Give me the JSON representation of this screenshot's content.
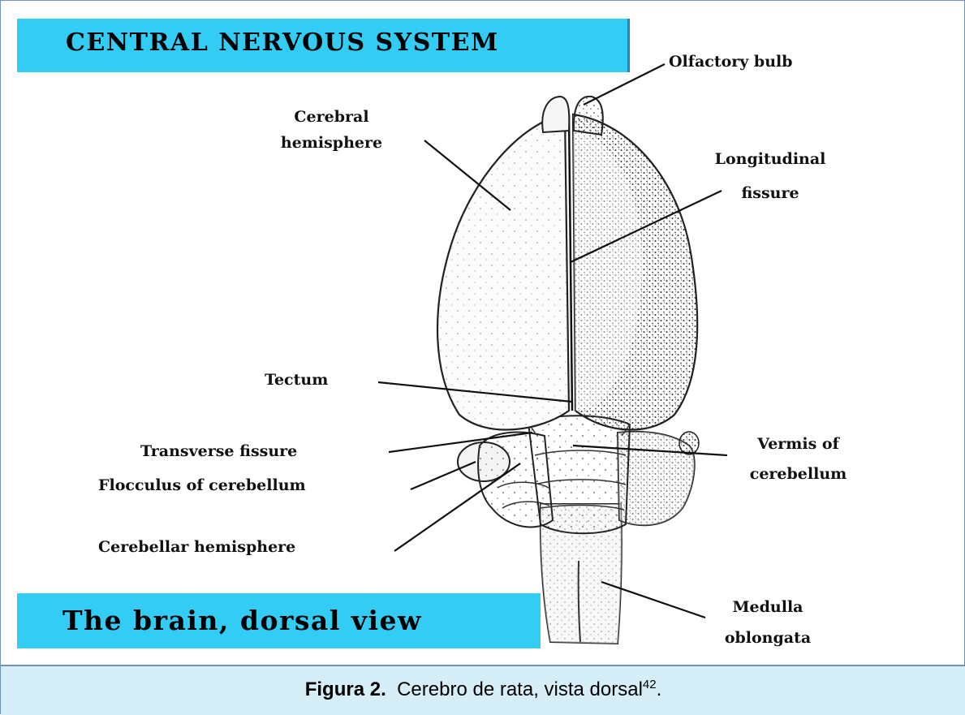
{
  "title": "CENTRAL NERVOUS SYSTEM",
  "subtitle": "The brain, dorsal view",
  "caption": {
    "figure_label": "Figura 2.",
    "text": "Cerebro de rata, vista dorsal",
    "reference": "42",
    "end": "."
  },
  "labels": {
    "olfactory_bulb": "Olfactory bulb",
    "cerebral_hemisphere_1": "Cerebral",
    "cerebral_hemisphere_2": "hemisphere",
    "longitudinal_fissure_1": "Longitudinal",
    "longitudinal_fissure_2": "fissure",
    "tectum": "Tectum",
    "transverse_fissure": "Transverse fissure",
    "flocculus": "Flocculus of cerebellum",
    "vermis_1": "Vermis of",
    "vermis_2": "cerebellum",
    "cerebellar_hemisphere": "Cerebellar hemisphere",
    "medulla_1": "Medulla",
    "medulla_2": "oblongata"
  },
  "colors": {
    "banner": "#33ccf5",
    "caption_bg": "#d6eef7",
    "frame": "#6f93b8"
  }
}
